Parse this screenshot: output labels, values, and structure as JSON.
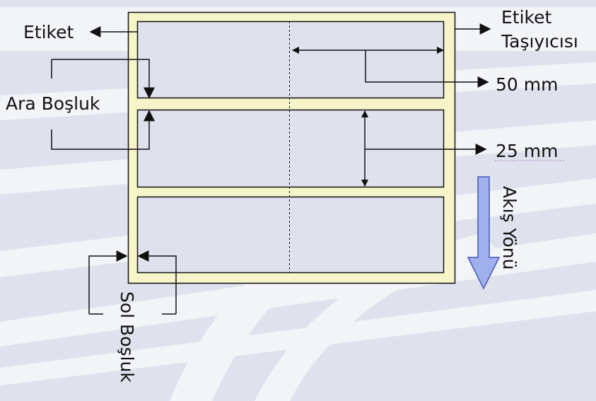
{
  "labels": {
    "etiket": "Etiket",
    "etiket_tasiyici_line1": "Etiket",
    "etiket_tasiyici_line2": "Taşıyıcısı",
    "ara_bosluk": "Ara Boşluk",
    "width_dim": "50 mm",
    "height_dim": "25 mm",
    "flow_direction": "Akış Yönü",
    "sol_bosluk": "Sol Boşluk"
  },
  "colors": {
    "background": "#dfe2ec",
    "watermark": "#f3f4f8",
    "carrier_fill": "#f6f4c8",
    "label_fill": "#dfe2ec",
    "stroke": "#111111",
    "flow_arrow_fill": "#9fb0ec",
    "flow_arrow_stroke": "#4658b8"
  }
}
